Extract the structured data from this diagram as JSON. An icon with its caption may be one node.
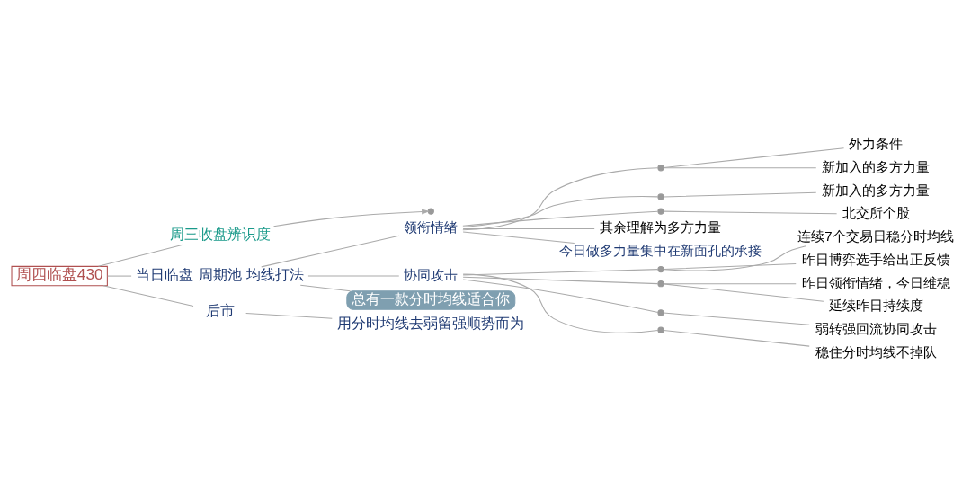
{
  "diagram": {
    "nodes": [
      {
        "text": [
          "周四临盘430"
        ]
      },
      {
        "text": [
          "周三收盘辨识度"
        ]
      },
      {
        "text": [],
        "shape": "point"
      },
      {
        "text": [
          "当日临盘 周期池 均线打法"
        ]
      },
      {
        "text": [
          "领衔情绪"
        ]
      },
      {
        "text": [],
        "shape": "point"
      },
      {
        "text": [
          "外力条件"
        ]
      },
      {
        "text": [
          "新加入的多方力量"
        ]
      },
      {
        "text": [],
        "shape": "point"
      },
      {
        "text": [
          "新加入的多方力量"
        ]
      },
      {
        "text": [],
        "shape": "point"
      },
      {
        "text": [
          "北交所个股"
        ]
      },
      {
        "text": [
          "其余理解为多方力量"
        ]
      },
      {
        "text": [
          "今日做多力量集中在新面孔的承接"
        ]
      },
      {
        "text": [
          "协同攻击"
        ]
      },
      {
        "text": [],
        "shape": "point"
      },
      {
        "text": [
          "连续7个交易日稳分时均线"
        ]
      },
      {
        "text": [
          "昨日博弈选手给出正反馈"
        ]
      },
      {
        "text": [],
        "shape": "point"
      },
      {
        "text": [
          "昨日领衔情绪，今日维稳"
        ]
      },
      {
        "text": [
          "延续昨日持续度"
        ]
      },
      {
        "text": [],
        "shape": "point"
      },
      {
        "text": [
          "弱转强回流协同攻击"
        ]
      },
      {
        "text": [],
        "shape": "point"
      },
      {
        "text": [
          "稳住分时均线不掉队"
        ]
      },
      {
        "text": [
          "后市"
        ]
      },
      {
        "text": [
          "用分时均线去弱留强顺势而为"
        ]
      },
      {
        "text": [
          "总有一款分时均线适合你"
        ]
      }
    ],
    "edges": [
      {
        "from": 0,
        "to": 1,
        "arrow": "none"
      },
      {
        "from": 1,
        "to": 2,
        "arrow": "to"
      },
      {
        "from": 0,
        "to": 3,
        "arrow": "none"
      },
      {
        "from": 3,
        "to": 4,
        "arrow": "none"
      },
      {
        "from": 4,
        "to": 5,
        "arrow": "none"
      },
      {
        "from": 5,
        "to": 6,
        "arrow": "none"
      },
      {
        "from": 5,
        "to": 7,
        "arrow": "none"
      },
      {
        "from": 4,
        "to": 8,
        "arrow": "none"
      },
      {
        "from": 8,
        "to": 9,
        "arrow": "none"
      },
      {
        "from": 4,
        "to": 10,
        "arrow": "none"
      },
      {
        "from": 10,
        "to": 11,
        "arrow": "none"
      },
      {
        "from": 4,
        "to": 12,
        "arrow": "none"
      },
      {
        "from": 4,
        "to": 13,
        "arrow": "none"
      },
      {
        "from": 3,
        "to": 14,
        "arrow": "none"
      },
      {
        "from": 14,
        "to": 15,
        "arrow": "none"
      },
      {
        "from": 15,
        "to": 16,
        "arrow": "none"
      },
      {
        "from": 15,
        "to": 17,
        "arrow": "none"
      },
      {
        "from": 14,
        "to": 18,
        "arrow": "none"
      },
      {
        "from": 18,
        "to": 19,
        "arrow": "none"
      },
      {
        "from": 18,
        "to": 20,
        "arrow": "none"
      },
      {
        "from": 14,
        "to": 21,
        "arrow": "none"
      },
      {
        "from": 21,
        "to": 22,
        "arrow": "none"
      },
      {
        "from": 14,
        "to": 23,
        "arrow": "none"
      },
      {
        "from": 23,
        "to": 24,
        "arrow": "none"
      },
      {
        "from": 0,
        "to": 25,
        "arrow": "none"
      },
      {
        "from": 25,
        "to": 26,
        "arrow": "none"
      },
      {
        "from": 3,
        "to": 27,
        "arrow": "none"
      }
    ]
  }
}
